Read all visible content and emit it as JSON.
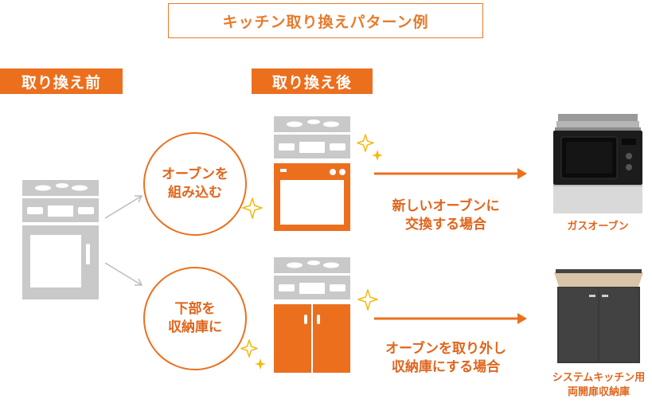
{
  "title": "キッチン取り換えパターン例",
  "tags": {
    "before": "取り換え前",
    "after": "取り換え後"
  },
  "options": [
    {
      "circle_line1": "オーブンを",
      "circle_line2": "組み込む",
      "result_line1": "新しいオーブンに",
      "result_line2": "交換する場合",
      "product_line1": "ガスオーブン",
      "product_line2": ""
    },
    {
      "circle_line1": "下部を",
      "circle_line2": "収納庫に",
      "result_line1": "オーブンを取り外し",
      "result_line2": "収納庫にする場合",
      "product_line1": "システムキッチン用",
      "product_line2": "両開扉収納庫"
    }
  ],
  "colors": {
    "accent": "#ec6f1e",
    "appliance_gray": "#c9c9c9",
    "star_yellow": "#f5b90b"
  }
}
